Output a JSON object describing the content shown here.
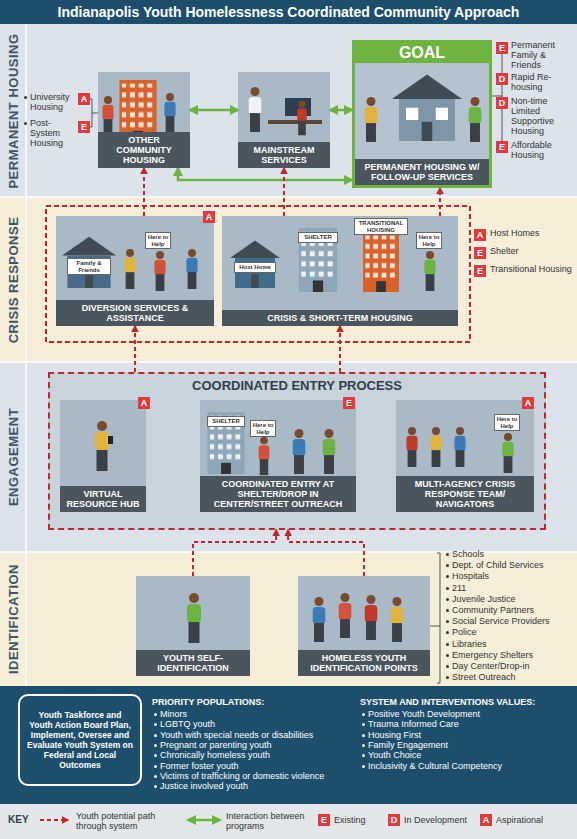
{
  "diagram": {
    "title": "Indianapolis Youth Homelessness Coordinated Community Approach",
    "nodes": [
      {
        "text": [
          "PERMANENT HOUSING"
        ]
      },
      {
        "text": [
          "OTHER COMMUNITY HOUSING"
        ],
        "in": 0
      },
      {
        "text": [
          "MAINSTREAM SERVICES"
        ],
        "in": 0
      },
      {
        "text": [
          "GOAL",
          "PERMANENT HOUSING W/ FOLLOW-UP SERVICES"
        ],
        "in": 0
      },
      {
        "text": [
          "CRISIS RESPONSE"
        ]
      },
      {
        "text": [
          "DIVERSION SERVICES & ASSISTANCE"
        ],
        "in": 4
      },
      {
        "text": [
          "CRISIS & SHORT-TERM HOUSING"
        ],
        "in": 4
      },
      {
        "text": [
          "ENGAGEMENT"
        ]
      },
      {
        "text": [
          "COORDINATED ENTRY PROCESS"
        ],
        "in": 7
      },
      {
        "text": [
          "VIRTUAL RESOURCE HUB"
        ],
        "in": 8
      },
      {
        "text": [
          "COORDINATED ENTRY AT SHELTER/DROP IN CENTER/STREET OUTREACH"
        ],
        "in": 8
      },
      {
        "text": [
          "MULTI-AGENCY CRISIS RESPONSE TEAM/ NAVIGATORS"
        ],
        "in": 8
      },
      {
        "text": [
          "IDENTIFICATION"
        ]
      },
      {
        "text": [
          "YOUTH SELF-IDENTIFICATION"
        ],
        "in": 12
      },
      {
        "text": [
          "HOMELESS YOUTH IDENTIFICATION POINTS"
        ],
        "in": 12
      },
      {
        "text": [
          "Youth Taskforce and Youth Action Board Plan, Implement, Oversee and Evaluate Youth System on Federal and Local Outcomes"
        ]
      }
    ],
    "edges": [
      {
        "from": 1,
        "to": 2,
        "arrow": "both"
      },
      {
        "from": 2,
        "to": 3,
        "arrow": "both"
      },
      {
        "from": 1,
        "to": 3,
        "arrow": "both"
      },
      {
        "from": 13,
        "to": 8,
        "arrow": "to"
      },
      {
        "from": 14,
        "to": 8,
        "arrow": "to"
      },
      {
        "from": 8,
        "to": 5,
        "arrow": "to"
      },
      {
        "from": 8,
        "to": 6,
        "arrow": "to"
      },
      {
        "from": 5,
        "to": 1,
        "arrow": "to"
      },
      {
        "from": 6,
        "to": 2,
        "arrow": "to"
      },
      {
        "from": 6,
        "to": 3,
        "arrow": "to"
      }
    ],
    "labels": [
      "University Housing",
      "Post-System Housing",
      "A",
      "E",
      "E",
      "Permanent Family & Friends",
      "D",
      "Rapid Re-housing",
      "D",
      "Non-time Limited Supportive Housing",
      "E",
      "Affordable Housing",
      "A",
      "Family & Friends",
      "Here to Help",
      "Host Home",
      "SHELTER",
      "TRANSITIONAL HOUSING",
      "Here to Help",
      "A",
      "Host Homes",
      "E",
      "Shelter",
      "E",
      "Transitional Housing",
      "A",
      "SHELTER",
      "Here to Help",
      "E",
      "Here to Help",
      "A",
      "Schools",
      "Dept. of Child Services",
      "Hospitals",
      "211",
      "Juvenile Justice",
      "Community Partners",
      "Social Service Providers",
      "Police",
      "Libraries",
      "Emergency Shelters",
      "Day Center/Drop-in",
      "Street Outreach",
      "PRIORITY POPULATIONS:",
      "Minors",
      "LGBTQ youth",
      "Youth with special needs or disabilities",
      "Pregnant or parenting youth",
      "Chronically homeless youth",
      "Former foster youth",
      "Victims of trafficking or domestic violence",
      "Justice involved youth",
      "SYSTEM AND INTERVENTIONS VALUES:",
      "Positive Youth Development",
      "Trauma Informed Care",
      "Housing First",
      "Family Engagement",
      "Youth Choice",
      "Inclusivity & Cultural Competency",
      "KEY",
      "E",
      "D",
      "A"
    ],
    "legend": [
      {
        "text": "Youth potential path through system"
      },
      {
        "text": "Interaction between programs"
      },
      {
        "text": "Existing",
        "color": "#e03a3e"
      },
      {
        "text": "In Development",
        "color": "#e03a3e"
      },
      {
        "text": "Aspirational",
        "color": "#e03a3e"
      }
    ]
  }
}
